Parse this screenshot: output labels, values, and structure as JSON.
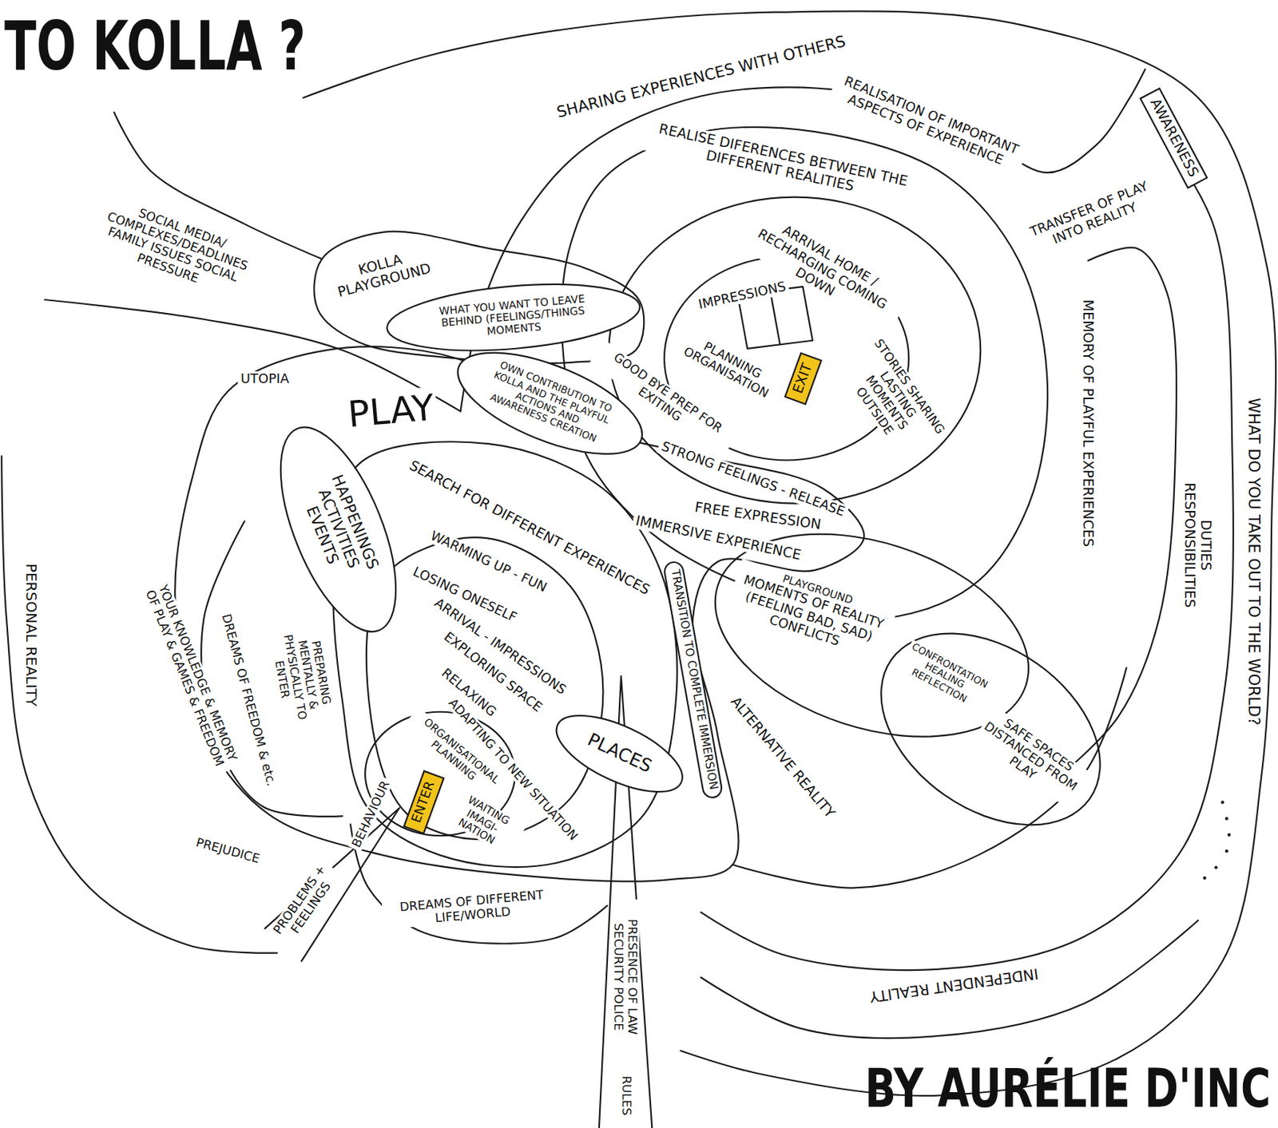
{
  "diagram": {
    "title": "TO KOLLA ?",
    "caption": "BY AURÉLIE D'INC",
    "nodes": [
      {
        "text": [
          "AWARENESS"
        ]
      },
      {
        "text": [
          "WHAT YOU WANT TO LEAVE BEHIND (FEELINGS/THINGS MOMENTS"
        ]
      },
      {
        "text": [
          "OWN CONTRIBUTION TO KOLLA AND THE PLAYFUL ACTIONS AND AWARENESS CREATION"
        ]
      },
      {
        "text": [
          "EXIT"
        ]
      },
      {
        "text": [
          "HAPPENINGS ACTIVITIES EVENTS"
        ]
      },
      {
        "text": [
          "ENTER"
        ]
      },
      {
        "text": [
          "PLACES"
        ]
      },
      {
        "text": [
          "TRANSITION TO COMPLETE IMMERSION"
        ]
      },
      {
        "text": [
          "PLAYGROUND",
          "MOMENTS OF REALITY (FEELING BAD, SAD) CONFLICTS"
        ]
      },
      {
        "text": [
          "SAFE SPACES DISTANCED FROM PLAY"
        ]
      }
    ],
    "labels": [
      "SHARING EXPERIENCES WITH OTHERS",
      "REALISATION OF IMPORTANT ASPECTS OF EXPERIENCE",
      "TRANSFER OF PLAY INTO REALITY",
      "WHAT DO YOU TAKE OUT TO THE WORLD?",
      "DUTIES RESPONSIBILITIES",
      "MEMORY OF PLAYFUL EXPERIENCES",
      "REALISE DIFERENCES BETWEEN THE DIFFERENT REALITIES",
      "ARRIVAL HOME / RECHARGING COMING DOWN",
      "IMPRESSIONS",
      "STORIES SHARING LASTING MOMENTS OUTSIDE",
      "PLANNING ORGANISATION",
      "GOOD BYE PREP FOR EXITING",
      "STRONG FEELINGS - RELEASE",
      "FREE EXPRESSION",
      "IMMERSIVE EXPERIENCE",
      "KOLLA PLAYGROUND",
      "SOCIAL MEDIA/ COMPLEXES/DEADLINES FAMILY ISSUES SOCIAL PRESSURE",
      "UTOPIA",
      "PLAY",
      "SEARCH FOR DIFFERENT EXPERIENCES",
      "WARMING UP - FUN",
      "LOSING ONESELF",
      "ARRIVAL - IMPRESSIONS",
      "EXPLORING SPACE",
      "RELAXING",
      "ADAPTING TO NEW SITUATION",
      "ORGANISATIONAL PLANNING",
      "WAITING IMAGI- NATION",
      "BEHAVIOUR",
      "PROBLEMS + FEELINGS",
      "PREJUDICE",
      "YOUR KNOWLEDGE & MEMORY OF PLAY & GAMES & FREEDOM",
      "DREAMS OF FREEDOM & etc.",
      "PREPARING MENTALLY & PHYSICALLY TO ENTER",
      "PERSONAL REALITY",
      "DREAMS OF DIFFERENT LIFE/WORLD",
      "PRESENCE OF LAW SECURITY POLICE",
      "RULES",
      "ALTERNATIVE REALITY",
      "CONFRONTATION HEALING REFLECTION",
      "INDEPENDENT REALITY"
    ]
  }
}
